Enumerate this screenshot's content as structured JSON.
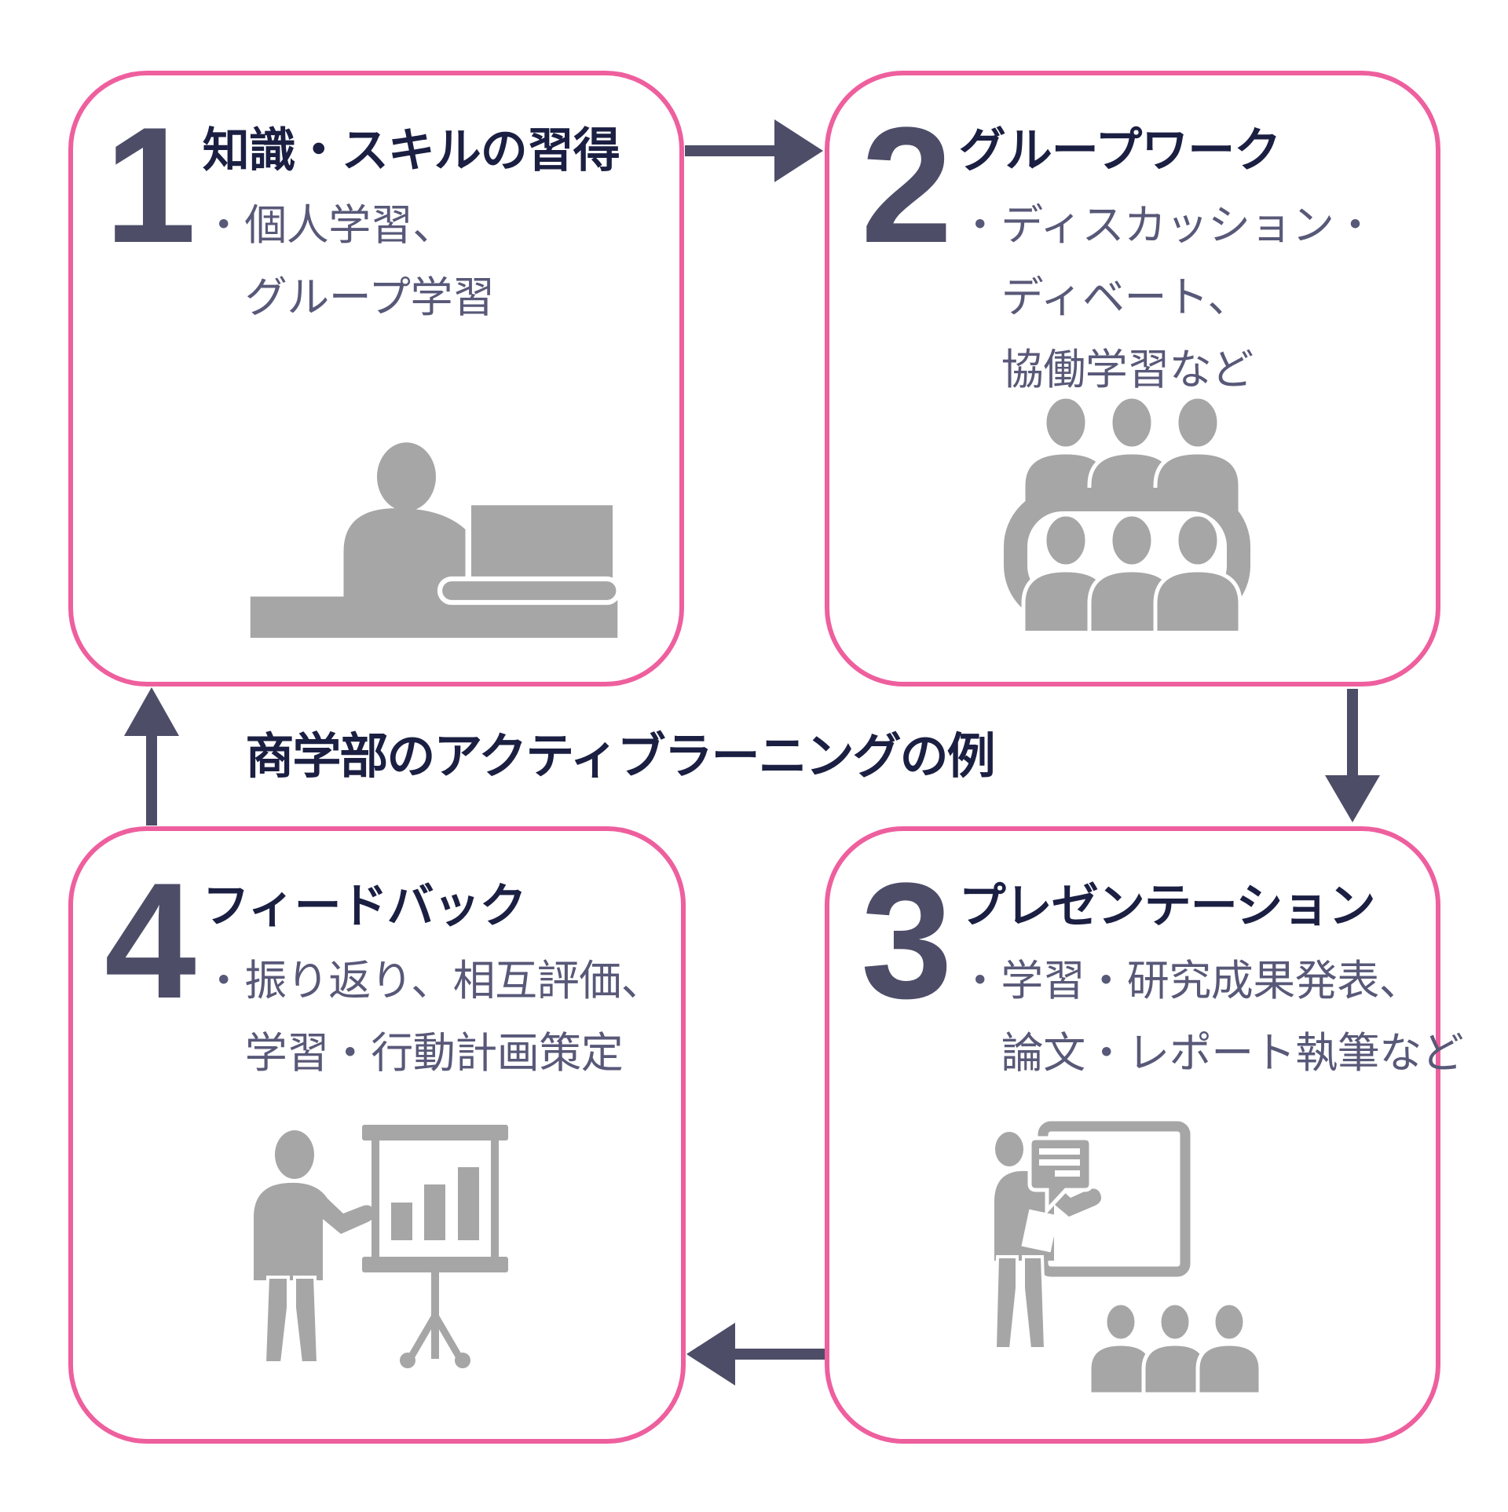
{
  "theme": {
    "bg": "#ffffff",
    "box_border": "#ee5f9e",
    "arrow": "#4d4d68",
    "number": "#4d4d68",
    "title": "#1b1f42",
    "body": "#585878",
    "icon": "#a6a6a6",
    "center_title": "#1b1f42"
  },
  "center_title": "商学部のアクティブラーニングの例",
  "steps": [
    {
      "number": "1",
      "title": "知識・スキルの習得",
      "lines": [
        "・個人学習、",
        "グループ学習"
      ],
      "icon": "person-at-laptop"
    },
    {
      "number": "2",
      "title": "グループワーク",
      "lines": [
        "・ディスカッション・",
        "ディベート、",
        "協働学習など"
      ],
      "icon": "group-meeting-table"
    },
    {
      "number": "3",
      "title": "プレゼンテーション",
      "lines": [
        "・学習・研究成果発表、",
        "論文・レポート執筆など"
      ],
      "icon": "presenter-screen-audience"
    },
    {
      "number": "4",
      "title": "フィードバック",
      "lines": [
        "・振り返り、相互評価、",
        "学習・行動計画策定"
      ],
      "icon": "presenter-flipchart"
    }
  ],
  "arrows": [
    {
      "from": "1",
      "to": "2",
      "direction": "right"
    },
    {
      "from": "2",
      "to": "3",
      "direction": "down"
    },
    {
      "from": "3",
      "to": "4",
      "direction": "left"
    },
    {
      "from": "4",
      "to": "1",
      "direction": "up"
    }
  ]
}
